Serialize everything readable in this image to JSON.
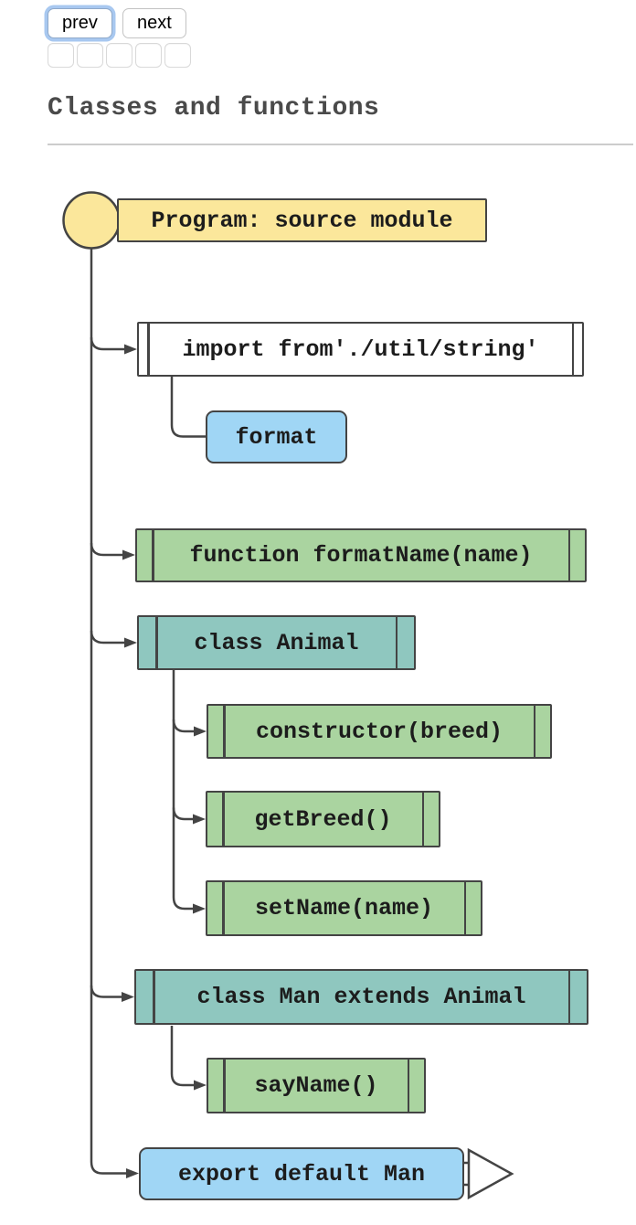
{
  "toolbar": {
    "prev_label": "prev",
    "next_label": "next",
    "step_count": 5
  },
  "heading": "Classes and functions",
  "colors": {
    "yellow": "#fbe79b",
    "blue": "#a0d6f5",
    "green": "#aad4a0",
    "teal": "#8fc7bf",
    "stroke": "#444444",
    "focus_ring": "#a8c8f0"
  },
  "diagram": {
    "nodes": [
      {
        "type": "program",
        "label": "Program: source module"
      },
      {
        "type": "import-declaration",
        "label": "import from'./util/string'"
      },
      {
        "type": "import-specifier",
        "label": "format"
      },
      {
        "type": "function-declaration",
        "label": "function formatName(name)"
      },
      {
        "type": "class-declaration",
        "label": "class Animal"
      },
      {
        "type": "method",
        "label": "constructor(breed)"
      },
      {
        "type": "method",
        "label": "getBreed()"
      },
      {
        "type": "method",
        "label": "setName(name)"
      },
      {
        "type": "class-declaration",
        "label": "class Man extends Animal"
      },
      {
        "type": "method",
        "label": "sayName()"
      },
      {
        "type": "export",
        "label": "export default Man"
      }
    ]
  }
}
